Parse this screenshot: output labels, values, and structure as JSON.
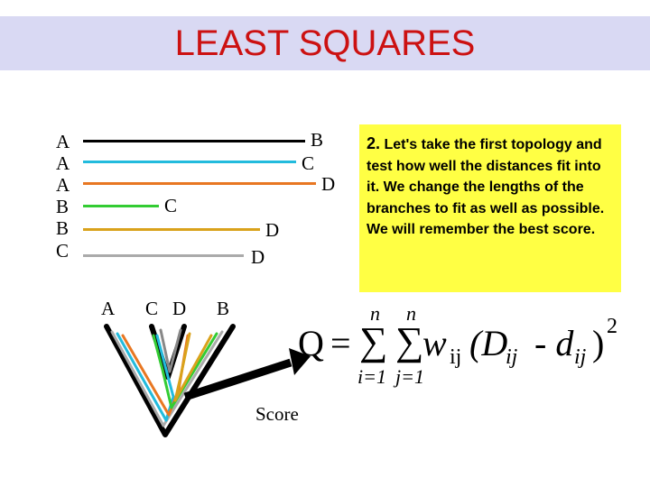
{
  "slide": {
    "title": "LEAST SQUARES",
    "colors": {
      "title": "#cc1111",
      "title_band": "#d9d9f3",
      "note_bg": "#ffff44"
    }
  },
  "distances": [
    {
      "left": "A",
      "right": "B",
      "color": "#000000"
    },
    {
      "left": "A",
      "right": "C",
      "color": "#22bbdd"
    },
    {
      "left": "A",
      "right": "D",
      "color": "#e87722"
    },
    {
      "left": "B",
      "right": "C",
      "color": "#33cc33"
    },
    {
      "left": "B",
      "right": "D",
      "color": "#d9a21b"
    },
    {
      "left": "C",
      "right": "D",
      "color": "#aaaaaa"
    }
  ],
  "tree": {
    "leaves": [
      "A",
      "C",
      "D",
      "B"
    ],
    "score_label": "Score"
  },
  "note": {
    "number": "2.",
    "text": "Let's take the first topology and test how well the distances fit into it. We change the lengths of the branches to fit as well as possible. We will remember the best score."
  },
  "formula": {
    "q": "Q",
    "eq": "=",
    "sigma": "∑",
    "upper1": "n",
    "upper2": "n",
    "lower1": "i=1",
    "lower2": "j=1",
    "w": "w",
    "w_sub": "ij",
    "open": "(D",
    "d_sub": "ij",
    "minus": "- d",
    "d2_sub": "ij",
    "close": ")",
    "power": "2"
  }
}
